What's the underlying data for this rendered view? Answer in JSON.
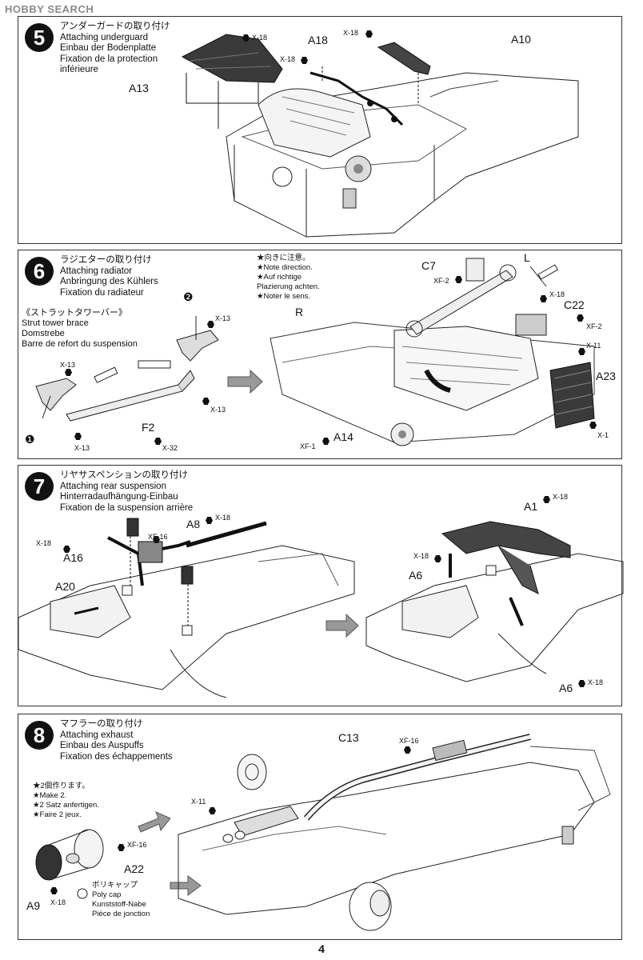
{
  "watermark": "HOBBY SEARCH",
  "page_number": "4",
  "steps": [
    {
      "number": "5",
      "title_jp": "アンダーガードの取り付け",
      "title_en": "Attaching underguard",
      "title_de": "Einbau der Bodenplatte",
      "title_fr": "Fixation de la protection",
      "title_fr2": "inférieure",
      "parts": [
        "A13",
        "A18",
        "A10"
      ],
      "screws": [
        "X-18",
        "X-18",
        "X-18"
      ]
    },
    {
      "number": "6",
      "title_jp": "ラジエターの取り付け",
      "title_en": "Attaching radiator",
      "title_de": "Anbringung des Kühlers",
      "title_fr": "Fixation du radiateur",
      "strut_jp": "《ストラットタワーバー》",
      "strut_en": "Strut tower brace",
      "strut_de": "Domstrebe",
      "strut_fr": "Barre de refort du suspension",
      "note_jp": "★向きに注意。",
      "note_en": "★Note direction.",
      "note_de1": "★Auf richtige",
      "note_de2": "Plazierung achten.",
      "note_fr": "★Noter le sens.",
      "order1": "❶",
      "order2": "❷",
      "parts": [
        "F2",
        "R",
        "C7",
        "L",
        "C22",
        "A23",
        "A14"
      ],
      "screws": [
        "X-13",
        "X-13",
        "X-13",
        "X-13",
        "X-32",
        "XF-2",
        "X-18",
        "XF-2",
        "X-11",
        "X-1",
        "XF-1"
      ]
    },
    {
      "number": "7",
      "title_jp": "リヤサスペンションの取り付け",
      "title_en": "Attaching rear suspension",
      "title_de": "Hinterradaufhängung-Einbau",
      "title_fr": "Fixation de la suspension arrière",
      "parts": [
        "A8",
        "A16",
        "A20",
        "A1",
        "A6",
        "A6"
      ],
      "screws": [
        "X-18",
        "XF-16",
        "X-18",
        "X-18",
        "X-18",
        "X-18"
      ]
    },
    {
      "number": "8",
      "title_jp": "マフラーの取り付け",
      "title_en": "Attaching exhaust",
      "title_de": "Einbau des Auspuffs",
      "title_fr": "Fixation des échappements",
      "make_jp": "★2個作ります。",
      "make_en": "★Make 2.",
      "make_de": "★2 Satz anfertigen.",
      "make_fr": "★Faire 2 jeux.",
      "polycap_jp": "ポリキャップ",
      "polycap_en": "Poly cap",
      "polycap_de": "Kunststoff-Nabe",
      "polycap_fr": "Pièce de jonction",
      "parts": [
        "C13",
        "A22",
        "A9"
      ],
      "screws": [
        "XF-16",
        "X-11",
        "XF-16",
        "X-18"
      ]
    }
  ]
}
